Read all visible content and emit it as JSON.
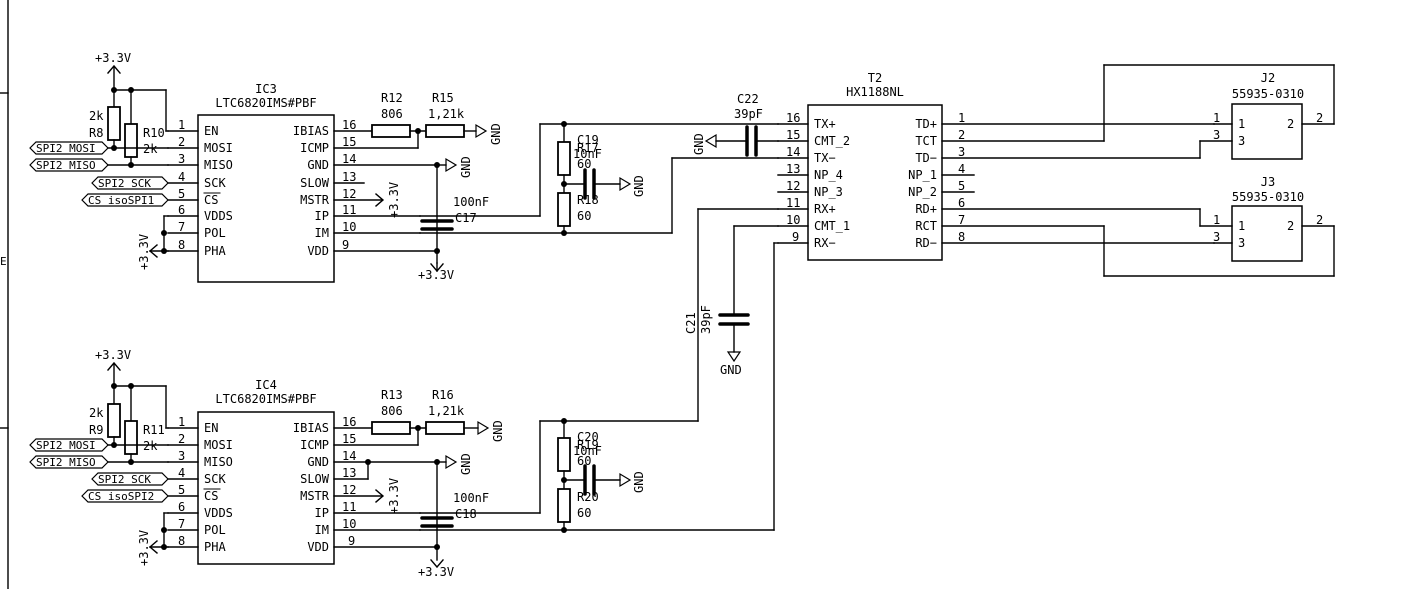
{
  "ic3": {
    "ref": "IC3",
    "part": "LTC6820IMS#PBF",
    "left_pins": [
      {
        "num": "1",
        "name": "EN"
      },
      {
        "num": "2",
        "name": "MOSI"
      },
      {
        "num": "3",
        "name": "MISO"
      },
      {
        "num": "4",
        "name": "SCK"
      },
      {
        "num": "5",
        "name": "CS"
      },
      {
        "num": "6",
        "name": "VDDS"
      },
      {
        "num": "7",
        "name": "POL"
      },
      {
        "num": "8",
        "name": "PHA"
      }
    ],
    "right_pins": [
      {
        "num": "16",
        "name": "IBIAS"
      },
      {
        "num": "15",
        "name": "ICMP"
      },
      {
        "num": "14",
        "name": "GND"
      },
      {
        "num": "13",
        "name": "SLOW"
      },
      {
        "num": "12",
        "name": "MSTR"
      },
      {
        "num": "11",
        "name": "IP"
      },
      {
        "num": "10",
        "name": "IM"
      },
      {
        "num": "9",
        "name": "VDD"
      }
    ]
  },
  "ic4": {
    "ref": "IC4",
    "part": "LTC6820IMS#PBF",
    "left_pins": [
      {
        "num": "1",
        "name": "EN"
      },
      {
        "num": "2",
        "name": "MOSI"
      },
      {
        "num": "3",
        "name": "MISO"
      },
      {
        "num": "4",
        "name": "SCK"
      },
      {
        "num": "5",
        "name": "CS"
      },
      {
        "num": "6",
        "name": "VDDS"
      },
      {
        "num": "7",
        "name": "POL"
      },
      {
        "num": "8",
        "name": "PHA"
      }
    ],
    "right_pins": [
      {
        "num": "16",
        "name": "IBIAS"
      },
      {
        "num": "15",
        "name": "ICMP"
      },
      {
        "num": "14",
        "name": "GND"
      },
      {
        "num": "13",
        "name": "SLOW"
      },
      {
        "num": "12",
        "name": "MSTR"
      },
      {
        "num": "11",
        "name": "IP"
      },
      {
        "num": "10",
        "name": "IM"
      },
      {
        "num": "9",
        "name": "VDD"
      }
    ]
  },
  "t2": {
    "ref": "T2",
    "part": "HX1188NL",
    "left_pins": [
      {
        "num": "16",
        "name": "TX+"
      },
      {
        "num": "15",
        "name": "CMT_2"
      },
      {
        "num": "14",
        "name": "TX−"
      },
      {
        "num": "13",
        "name": "NP_4"
      },
      {
        "num": "12",
        "name": "NP_3"
      },
      {
        "num": "11",
        "name": "RX+"
      },
      {
        "num": "10",
        "name": "CMT_1"
      },
      {
        "num": "9",
        "name": "RX−"
      }
    ],
    "right_pins": [
      {
        "num": "1",
        "name": "TD+"
      },
      {
        "num": "2",
        "name": "TCT"
      },
      {
        "num": "3",
        "name": "TD−"
      },
      {
        "num": "4",
        "name": "NP_1"
      },
      {
        "num": "5",
        "name": "NP_2"
      },
      {
        "num": "6",
        "name": "RD+"
      },
      {
        "num": "7",
        "name": "RCT"
      },
      {
        "num": "8",
        "name": "RD−"
      }
    ]
  },
  "j2": {
    "ref": "J2",
    "part": "55935-0310",
    "pins": [
      "1",
      "2",
      "3"
    ]
  },
  "j3": {
    "ref": "J3",
    "part": "55935-0310",
    "pins": [
      "1",
      "2",
      "3"
    ]
  },
  "resistors": {
    "r8": {
      "ref": "R8",
      "value": "2k"
    },
    "r10": {
      "ref": "R10",
      "value": "2k"
    },
    "r12": {
      "ref": "R12",
      "value": "806"
    },
    "r15": {
      "ref": "R15",
      "value": "1,21k"
    },
    "r17": {
      "ref": "R17",
      "value": "60"
    },
    "r18": {
      "ref": "R18",
      "value": "60"
    },
    "r9": {
      "ref": "R9",
      "value": "2k"
    },
    "r11": {
      "ref": "R11",
      "value": "2k"
    },
    "r13": {
      "ref": "R13",
      "value": "806"
    },
    "r16": {
      "ref": "R16",
      "value": "1,21k"
    },
    "r19": {
      "ref": "R19",
      "value": "60"
    },
    "r20": {
      "ref": "R20",
      "value": "60"
    }
  },
  "capacitors": {
    "c17": {
      "ref": "C17",
      "value": "100nF"
    },
    "c18": {
      "ref": "C18",
      "value": "100nF"
    },
    "c19": {
      "ref": "C19",
      "value": "10nF"
    },
    "c20": {
      "ref": "C20",
      "value": "10nF"
    },
    "c21": {
      "ref": "C21",
      "value": "39pF"
    },
    "c22": {
      "ref": "C22",
      "value": "39pF"
    }
  },
  "nets": {
    "vcc": "+3.3V",
    "gnd": "GND",
    "spi2_mosi": "SPI2_MOSI",
    "spi2_miso": "SPI2_MISO",
    "spi2_sck": "SPI2_SCK",
    "cs_isospi1": "CS_isoSPI1",
    "cs_isospi2": "CS_isoSPI2"
  },
  "side_marks": {
    "letter": "E"
  }
}
